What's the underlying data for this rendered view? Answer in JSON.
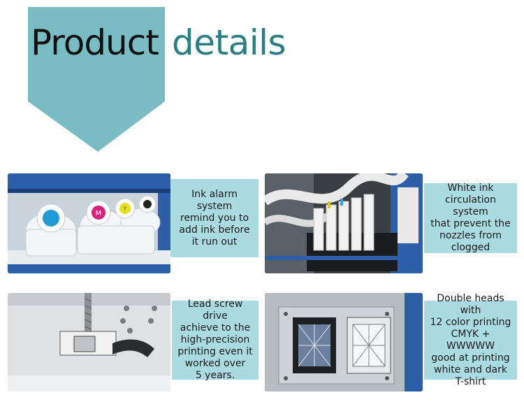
{
  "header": {
    "title_part1": "Product",
    "title_part2": "details",
    "banner_color": "#7abcc4",
    "accent_color": "#2b7f84"
  },
  "features": [
    {
      "lines": [
        "Ink alarm system",
        "remind you to",
        "add ink before",
        "it run out"
      ],
      "photo": "ink-bottles-photo",
      "bottle_letters": [
        "M",
        "Y"
      ]
    },
    {
      "lines": [
        "White ink",
        "circulation system",
        "that prevent the",
        "nozzles from",
        "clogged"
      ],
      "photo": "white-ink-dampers-photo"
    },
    {
      "lines": [
        "Lead screw drive",
        "achieve to the",
        "high-precision",
        "printing even it",
        "worked over",
        "5 years."
      ],
      "photo": "lead-screw-photo"
    },
    {
      "lines": [
        "Double heads with",
        "12 color printing",
        "CMYK + WWWWW",
        "good at printing",
        "white and dark",
        "T-shirt"
      ],
      "photo": "print-heads-photo"
    }
  ]
}
